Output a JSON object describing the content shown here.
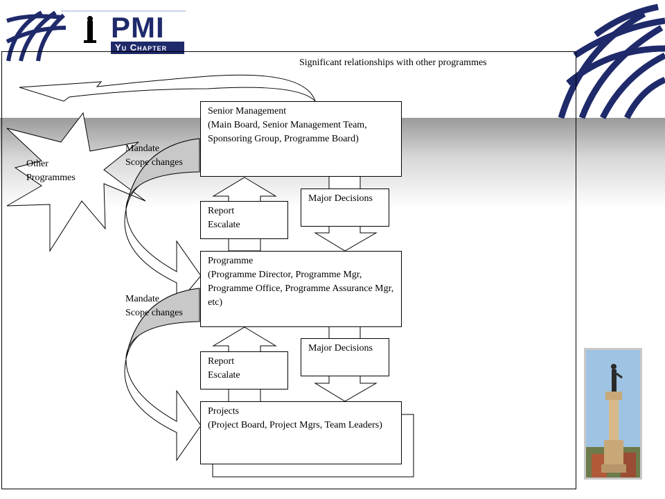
{
  "logo": {
    "main": "PMI",
    "sub": "Yu Chapter"
  },
  "diagram": {
    "heading": "Significant relationships with other programmes",
    "other_programmes": "Other\nProgrammes",
    "mandate_top": "Mandate\nScope changes",
    "mandate_bottom": "Mandate\nScope changes",
    "senior_management": "Senior Management\n(Main Board, Senior Management Team, Sponsoring Group, Programme Board)",
    "major_decisions_top": "Major Decisions",
    "report_escalate_top": "Report\nEscalate",
    "programme": "Programme\n(Programme Director, Programme Mgr, Programme Office, Programme Assurance Mgr, etc)",
    "major_decisions_bottom": "Major Decisions",
    "report_escalate_bottom": "Report\nEscalate",
    "projects": "Projects\n(Project Board, Project Mgrs, Team Leaders)"
  },
  "colors": {
    "brand_blue": "#1f2a6b",
    "arrow_fill": "#c8c8c8"
  }
}
